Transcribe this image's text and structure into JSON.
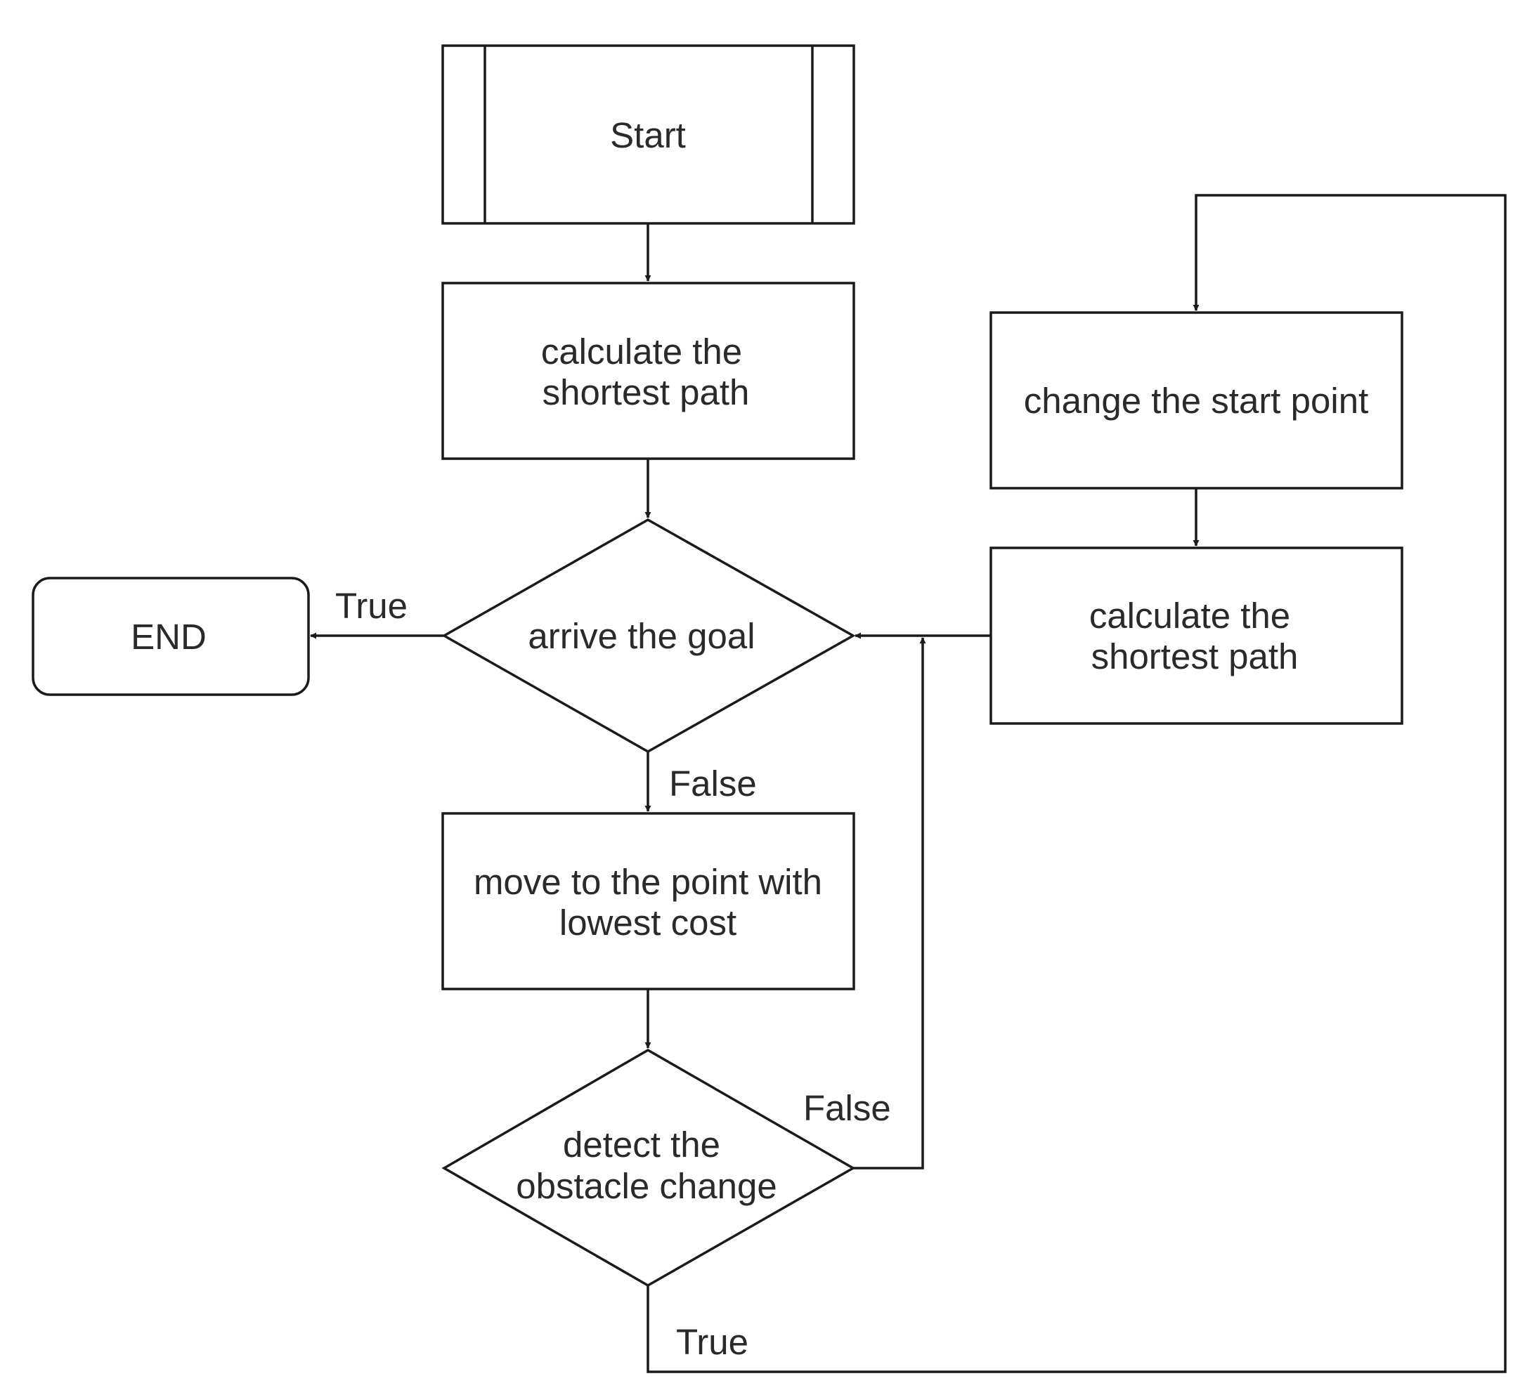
{
  "nodes": {
    "start": "Start",
    "calc1_l1": "calculate the",
    "calc1_l2": "shortest path",
    "arrive": "arrive the goal",
    "end": "END",
    "move_l1": "move to the point with",
    "move_l2": "lowest cost",
    "detect_l1": "detect the",
    "detect_l2": "obstacle change",
    "change": "change the start point",
    "calc2_l1": "calculate the",
    "calc2_l2": "shortest path"
  },
  "edges": {
    "arrive_true": "True",
    "arrive_false": "False",
    "detect_false": "False",
    "detect_true": "True"
  }
}
